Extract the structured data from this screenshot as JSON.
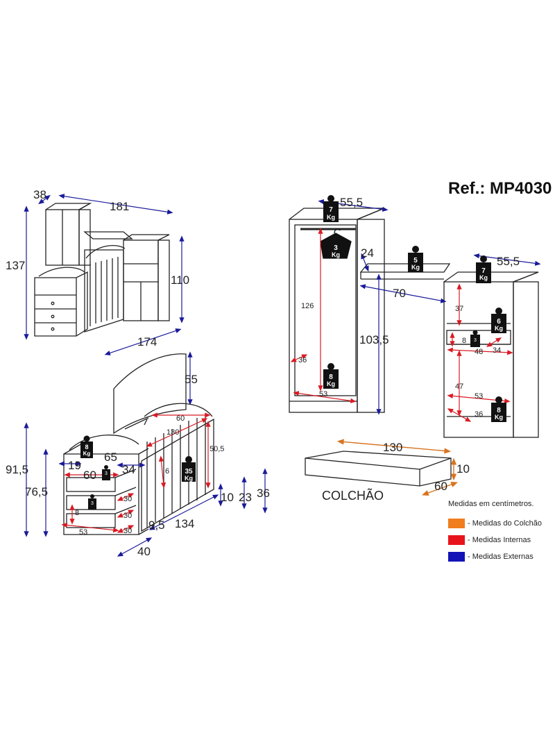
{
  "reference": "Ref.: MP4030",
  "mattress_label": "COLCHÃO",
  "legend": {
    "title": "Medidas em centímetros.",
    "items": [
      {
        "label": "- Medidas do Colchão",
        "color": "#f07d1e"
      },
      {
        "label": "- Medidas Internas",
        "color": "#e8141c"
      },
      {
        "label": "- Medidas Externas",
        "color": "#1313b8"
      }
    ]
  },
  "colors": {
    "external": "#1a1a9a",
    "internal": "#d81b24",
    "mattress": "#d9731f",
    "line": "#222222"
  },
  "overview": {
    "depth": "38",
    "width": "181",
    "height_left": "137",
    "height_right": "110",
    "length": "174"
  },
  "crib": {
    "headboard": "55",
    "inner_width": "60",
    "inner_length": "130",
    "inner_height": "50,5",
    "rail": "6",
    "weight": "35",
    "weight_unit": "Kg",
    "height_low": "10",
    "height_mid": "23",
    "height_high": "36",
    "base": "9,5",
    "total_length": "134"
  },
  "dresser": {
    "height_total": "91,5",
    "height_body": "76,5",
    "top_width": "65",
    "top_depth": "34",
    "drawer_width": "60",
    "drawer_offset": "19",
    "drawer_heights": [
      "30",
      "30",
      "30"
    ],
    "shelf": "8",
    "bottom_width": "53",
    "depth": "40",
    "top_weight": "8",
    "drawer_weight": "3",
    "weight_unit": "Kg"
  },
  "wardrobe": {
    "width": "55,5",
    "top_weight": "7",
    "hanger_weight": "3",
    "inner_height": "126",
    "shelf_depth": "36",
    "bottom_weight": "8",
    "inner_width": "53",
    "weight_unit": "Kg"
  },
  "desk": {
    "depth": "24",
    "width": "70",
    "height": "103,5",
    "weight": "5",
    "weight_unit": "Kg"
  },
  "side_cabinet": {
    "width": "55,5",
    "top_weight": "7",
    "upper_height": "37",
    "shelf_weight": "6",
    "drawer_height": "8",
    "drawer_weight": "3",
    "drawer_width": "48",
    "drawer_depth": "34",
    "lower_height": "47",
    "inner_width": "53",
    "shelf_depth": "36",
    "bottom_weight": "8",
    "weight_unit": "Kg"
  },
  "mattress": {
    "length": "130",
    "height": "10",
    "width": "60"
  }
}
